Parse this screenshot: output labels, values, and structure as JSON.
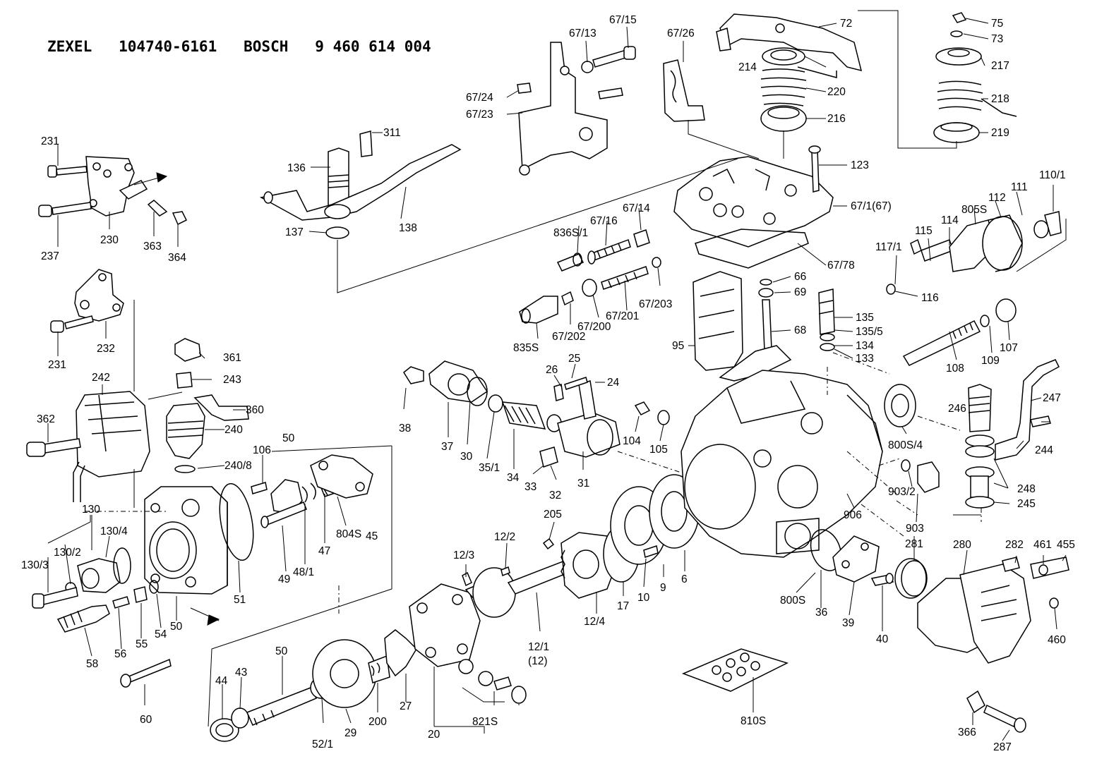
{
  "header": {
    "title": "ZEXEL   104740-6161   BOSCH   9 460 614 004"
  },
  "labels": [
    {
      "id": "l231a",
      "text": "231"
    },
    {
      "id": "l237",
      "text": "237"
    },
    {
      "id": "l230",
      "text": "230"
    },
    {
      "id": "l363",
      "text": "363"
    },
    {
      "id": "l364",
      "text": "364"
    },
    {
      "id": "l231b",
      "text": "231"
    },
    {
      "id": "l232",
      "text": "232"
    },
    {
      "id": "l242",
      "text": "242"
    },
    {
      "id": "l362",
      "text": "362"
    },
    {
      "id": "l361",
      "text": "361"
    },
    {
      "id": "l243",
      "text": "243"
    },
    {
      "id": "l360",
      "text": "360"
    },
    {
      "id": "l240",
      "text": "240"
    },
    {
      "id": "l240_8",
      "text": "240/8"
    },
    {
      "id": "l106",
      "text": "106"
    },
    {
      "id": "l50a",
      "text": "50"
    },
    {
      "id": "l130",
      "text": "130"
    },
    {
      "id": "l130_4",
      "text": "130/4"
    },
    {
      "id": "l130_2",
      "text": "130/2"
    },
    {
      "id": "l130_3",
      "text": "130/3"
    },
    {
      "id": "l58",
      "text": "58"
    },
    {
      "id": "l56",
      "text": "56"
    },
    {
      "id": "l55",
      "text": "55"
    },
    {
      "id": "l54",
      "text": "54"
    },
    {
      "id": "l50b",
      "text": "50"
    },
    {
      "id": "l51",
      "text": "51"
    },
    {
      "id": "l49",
      "text": "49"
    },
    {
      "id": "l48_1",
      "text": "48/1"
    },
    {
      "id": "l47",
      "text": "47"
    },
    {
      "id": "l804S",
      "text": "804S"
    },
    {
      "id": "l45",
      "text": "45"
    },
    {
      "id": "l60",
      "text": "60"
    },
    {
      "id": "l44",
      "text": "44"
    },
    {
      "id": "l43",
      "text": "43"
    },
    {
      "id": "l50c",
      "text": "50"
    },
    {
      "id": "l52_1",
      "text": "52/1"
    },
    {
      "id": "l29",
      "text": "29"
    },
    {
      "id": "l200",
      "text": "200"
    },
    {
      "id": "l27",
      "text": "27"
    },
    {
      "id": "l20",
      "text": "20"
    },
    {
      "id": "l821S",
      "text": "821S"
    },
    {
      "id": "l12_3",
      "text": "12/3"
    },
    {
      "id": "l12_2",
      "text": "12/2"
    },
    {
      "id": "l205",
      "text": "205"
    },
    {
      "id": "l12_1",
      "text": "12/1"
    },
    {
      "id": "l12",
      "text": "(12)"
    },
    {
      "id": "l12_4",
      "text": "12/4"
    },
    {
      "id": "l17",
      "text": "17"
    },
    {
      "id": "l10",
      "text": "10"
    },
    {
      "id": "l9",
      "text": "9"
    },
    {
      "id": "l6",
      "text": "6"
    },
    {
      "id": "l38",
      "text": "38"
    },
    {
      "id": "l37",
      "text": "37"
    },
    {
      "id": "l30",
      "text": "30"
    },
    {
      "id": "l35_1",
      "text": "35/1"
    },
    {
      "id": "l34",
      "text": "34"
    },
    {
      "id": "l33",
      "text": "33"
    },
    {
      "id": "l32",
      "text": "32"
    },
    {
      "id": "l31",
      "text": "31"
    },
    {
      "id": "l26",
      "text": "26"
    },
    {
      "id": "l25",
      "text": "25"
    },
    {
      "id": "l24",
      "text": "24"
    },
    {
      "id": "l104",
      "text": "104"
    },
    {
      "id": "l105",
      "text": "105"
    },
    {
      "id": "l136",
      "text": "136"
    },
    {
      "id": "l311",
      "text": "311"
    },
    {
      "id": "l137",
      "text": "137"
    },
    {
      "id": "l138",
      "text": "138"
    },
    {
      "id": "l67_13",
      "text": "67/13"
    },
    {
      "id": "l67_15",
      "text": "67/15"
    },
    {
      "id": "l67_24",
      "text": "67/24"
    },
    {
      "id": "l67_23",
      "text": "67/23"
    },
    {
      "id": "l67_26",
      "text": "67/26"
    },
    {
      "id": "l72",
      "text": "72"
    },
    {
      "id": "l214",
      "text": "214"
    },
    {
      "id": "l220",
      "text": "220"
    },
    {
      "id": "l216",
      "text": "216"
    },
    {
      "id": "l75",
      "text": "75"
    },
    {
      "id": "l73",
      "text": "73"
    },
    {
      "id": "l217",
      "text": "217"
    },
    {
      "id": "l218",
      "text": "218"
    },
    {
      "id": "l219",
      "text": "219"
    },
    {
      "id": "l123",
      "text": "123"
    },
    {
      "id": "l67_1",
      "text": "67/1(67)"
    },
    {
      "id": "l67_78",
      "text": "67/78"
    },
    {
      "id": "l836S_1",
      "text": "836S/1"
    },
    {
      "id": "l67_16",
      "text": "67/16"
    },
    {
      "id": "l67_14",
      "text": "67/14"
    },
    {
      "id": "l835S",
      "text": "835S"
    },
    {
      "id": "l67_202",
      "text": "67/202"
    },
    {
      "id": "l67_200",
      "text": "67/200"
    },
    {
      "id": "l67_201",
      "text": "67/201"
    },
    {
      "id": "l67_203",
      "text": "67/203"
    },
    {
      "id": "l66",
      "text": "66"
    },
    {
      "id": "l69",
      "text": "69"
    },
    {
      "id": "l68",
      "text": "68"
    },
    {
      "id": "l95",
      "text": "95"
    },
    {
      "id": "l135",
      "text": "135"
    },
    {
      "id": "l135_5",
      "text": "135/5"
    },
    {
      "id": "l134",
      "text": "134"
    },
    {
      "id": "l133",
      "text": "133"
    },
    {
      "id": "l117_1",
      "text": "117/1"
    },
    {
      "id": "l116",
      "text": "116"
    },
    {
      "id": "l115",
      "text": "115"
    },
    {
      "id": "l114",
      "text": "114"
    },
    {
      "id": "l805S",
      "text": "805S"
    },
    {
      "id": "l112",
      "text": "112"
    },
    {
      "id": "l111",
      "text": "111"
    },
    {
      "id": "l110_1",
      "text": "110/1"
    },
    {
      "id": "l108",
      "text": "108"
    },
    {
      "id": "l109",
      "text": "109"
    },
    {
      "id": "l107",
      "text": "107"
    },
    {
      "id": "l800S_4",
      "text": "800S/4"
    },
    {
      "id": "l246",
      "text": "246"
    },
    {
      "id": "l247",
      "text": "247"
    },
    {
      "id": "l244",
      "text": "244"
    },
    {
      "id": "l248",
      "text": "248"
    },
    {
      "id": "l245",
      "text": "245"
    },
    {
      "id": "l903_2",
      "text": "903/2"
    },
    {
      "id": "l903",
      "text": "903"
    },
    {
      "id": "l906",
      "text": "906"
    },
    {
      "id": "l281",
      "text": "281"
    },
    {
      "id": "l280",
      "text": "280"
    },
    {
      "id": "l282",
      "text": "282"
    },
    {
      "id": "l461",
      "text": "461"
    },
    {
      "id": "l455",
      "text": "455"
    },
    {
      "id": "l460",
      "text": "460"
    },
    {
      "id": "l800S",
      "text": "800S"
    },
    {
      "id": "l36",
      "text": "36"
    },
    {
      "id": "l39",
      "text": "39"
    },
    {
      "id": "l40",
      "text": "40"
    },
    {
      "id": "l810S",
      "text": "810S"
    },
    {
      "id": "l366",
      "text": "366"
    },
    {
      "id": "l287",
      "text": "287"
    }
  ]
}
